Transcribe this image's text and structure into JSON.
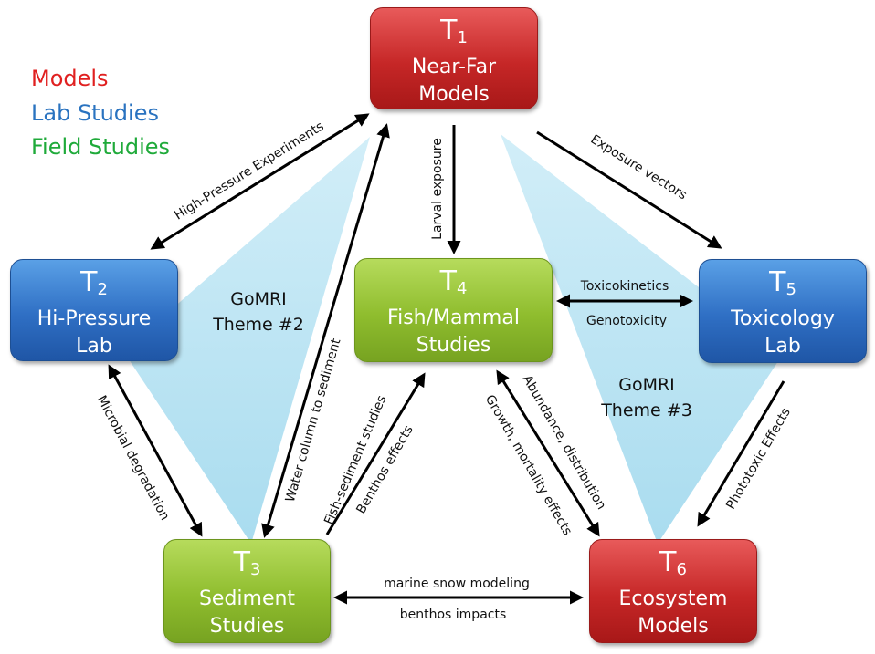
{
  "legend": {
    "models": {
      "label": "Models",
      "color": "#e02020"
    },
    "lab": {
      "label": "Lab Studies",
      "color": "#2a73c0"
    },
    "field": {
      "label": "Field Studies",
      "color": "#1faa3a"
    }
  },
  "nodes": {
    "t1": {
      "id": "T",
      "sub": "1",
      "line1": "Near-Far",
      "line2": "Models",
      "kind": "model"
    },
    "t2": {
      "id": "T",
      "sub": "2",
      "line1": "Hi-Pressure",
      "line2": "Lab",
      "kind": "lab"
    },
    "t3": {
      "id": "T",
      "sub": "3",
      "line1": "Sediment",
      "line2": "Studies",
      "kind": "field"
    },
    "t4": {
      "id": "T",
      "sub": "4",
      "line1": "Fish/Mammal",
      "line2": "Studies",
      "kind": "field"
    },
    "t5": {
      "id": "T",
      "sub": "5",
      "line1": "Toxicology",
      "line2": "Lab",
      "kind": "lab"
    },
    "t6": {
      "id": "T",
      "sub": "6",
      "line1": "Ecosystem",
      "line2": "Models",
      "kind": "model"
    }
  },
  "themes": {
    "theme2": {
      "line1": "GoMRI",
      "line2": "Theme #2"
    },
    "theme3": {
      "line1": "GoMRI",
      "line2": "Theme #3"
    }
  },
  "edges": {
    "high_pressure": "High-Pressure Experiments",
    "exposure_vectors": "Exposure vectors",
    "larval_exposure": "Larval exposure",
    "toxicokinetics": "Toxicokinetics",
    "genotoxicity": "Genotoxicity",
    "microbial": "Microbial degradation",
    "water_column": "Water column to sediment",
    "fish_sediment": "Fish-sediment studies",
    "benthos_effects": "Benthos effects",
    "abundance": "Abundance, distribution",
    "growth": "Growth, mortality effects",
    "phototoxic": "Phototoxic Effects",
    "marine_snow": "marine snow modeling",
    "benthos_impacts": "benthos impacts"
  }
}
